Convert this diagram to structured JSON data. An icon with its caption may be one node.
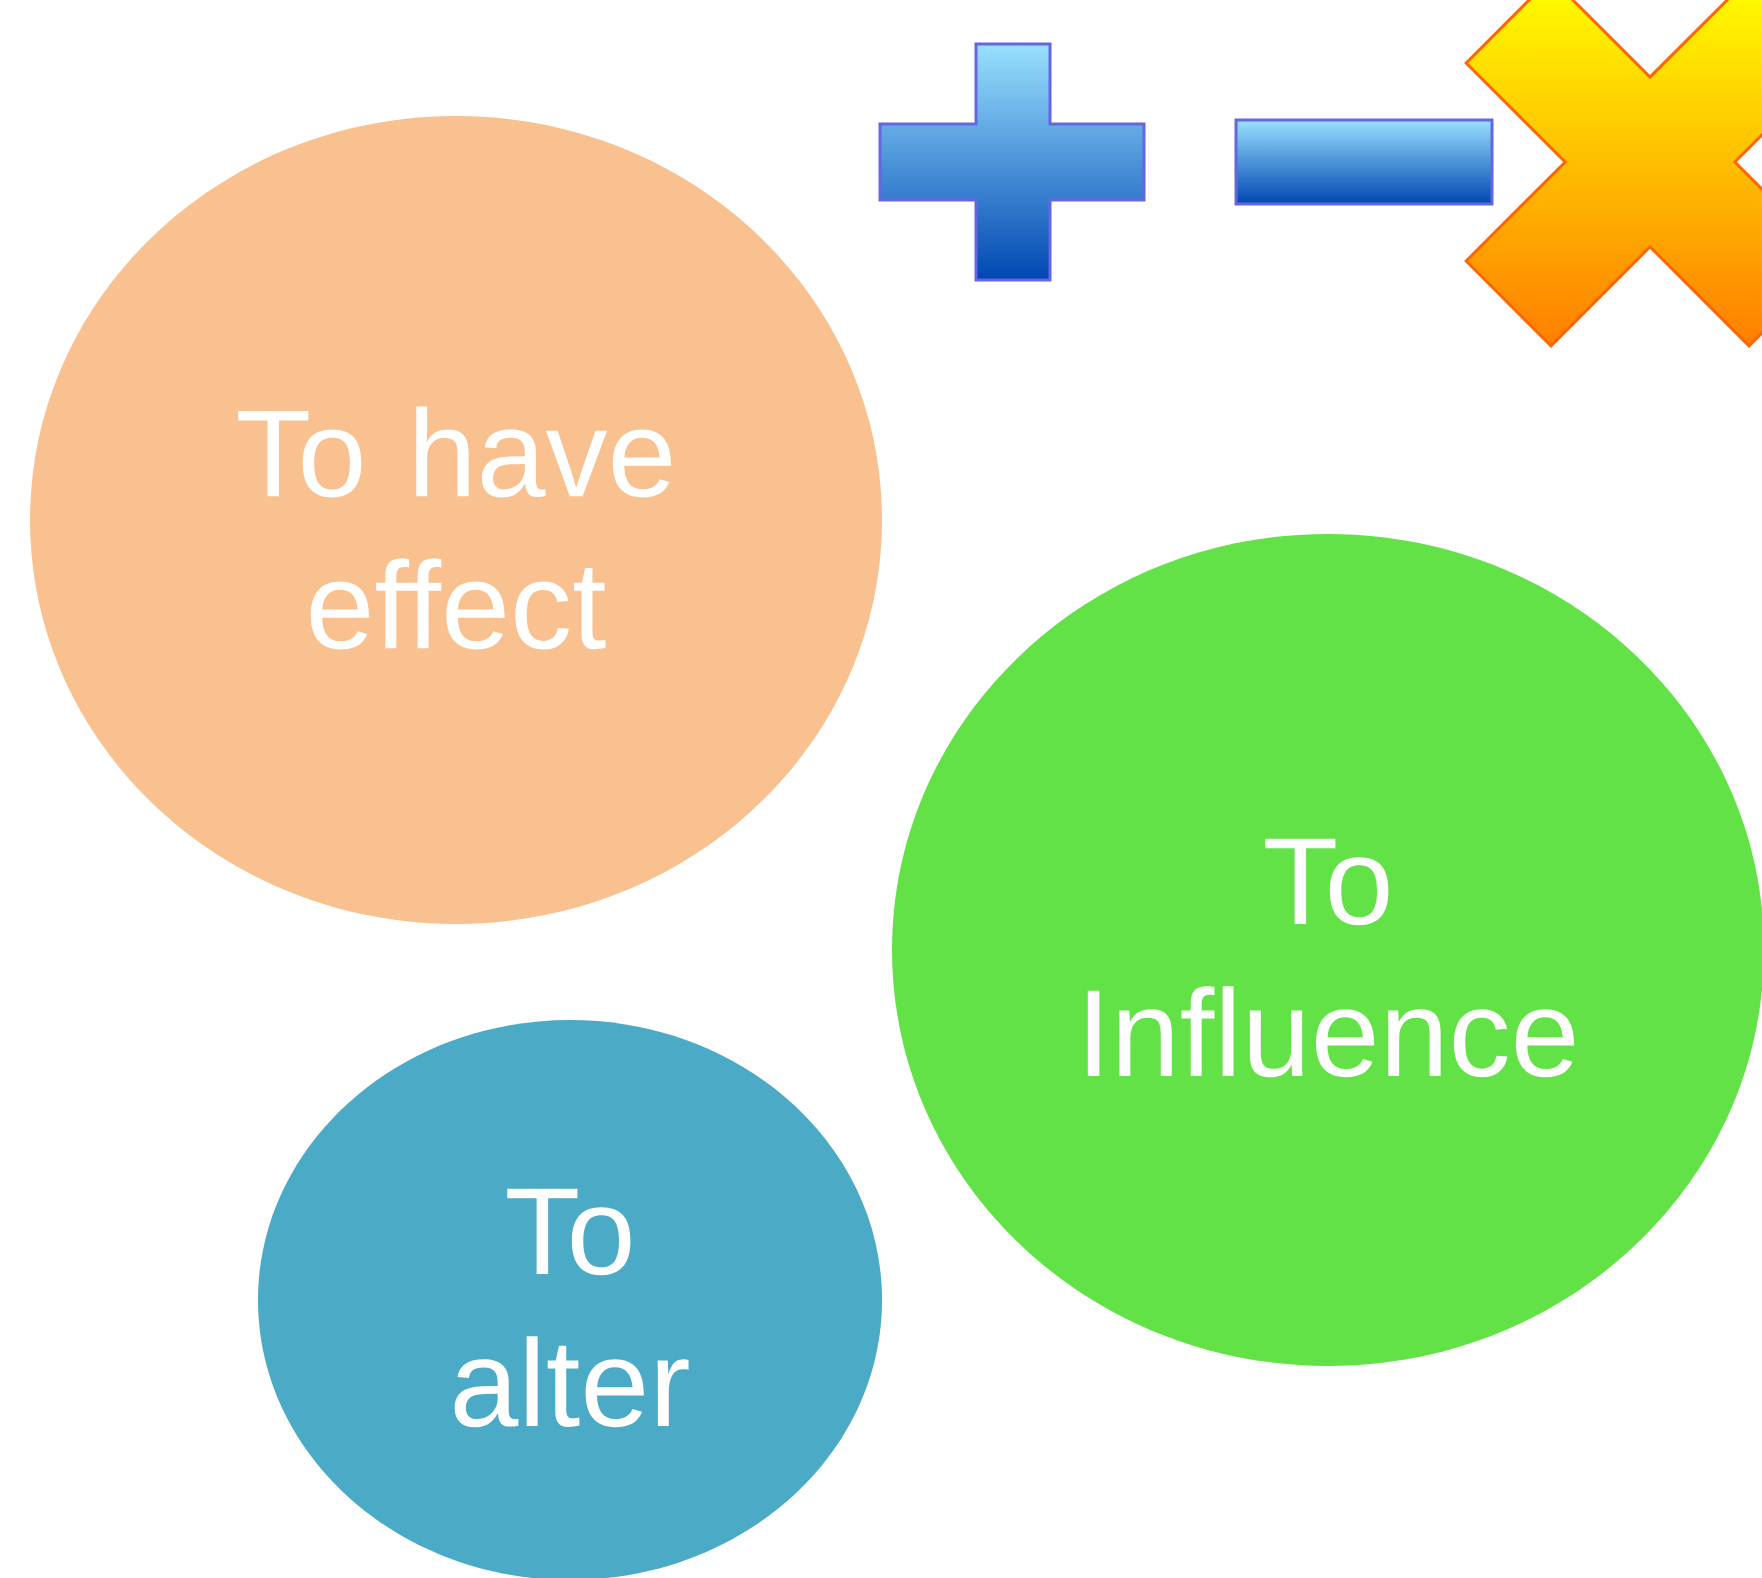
{
  "diagram": {
    "nodes": [
      {
        "text": [
          "To have effect"
        ]
      },
      {
        "text": [
          "To Influence"
        ]
      },
      {
        "text": [
          "To alter"
        ]
      }
    ]
  }
}
